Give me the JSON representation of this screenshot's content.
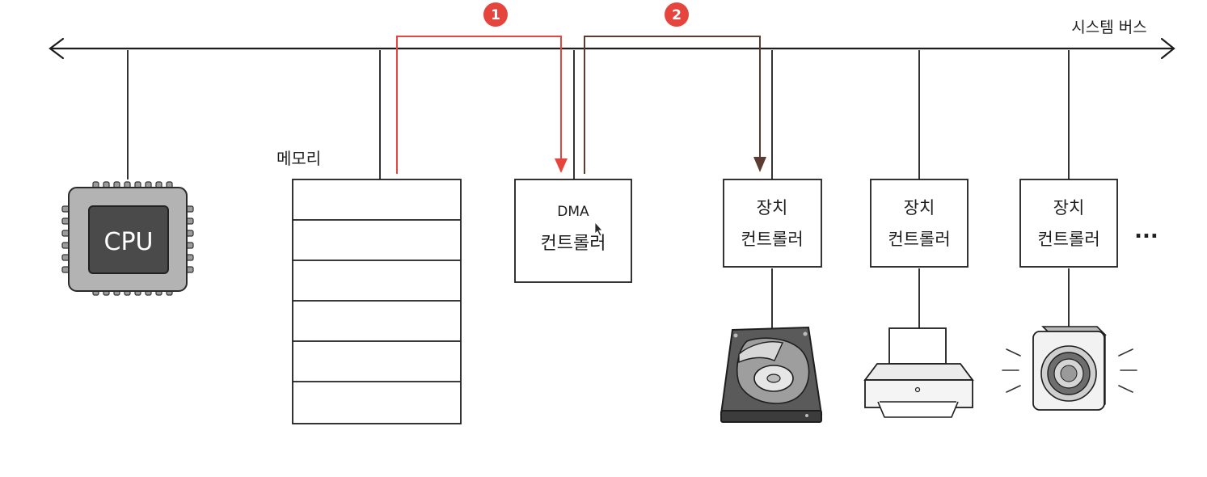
{
  "bus": {
    "label": "시스템 버스"
  },
  "cpu": {
    "label": "CPU"
  },
  "memory": {
    "label": "메모리"
  },
  "dma": {
    "line1": "DMA",
    "line2": "컨트롤러"
  },
  "controllers": [
    {
      "line1": "장치",
      "line2": "컨트롤러",
      "device": "hard-disk-icon"
    },
    {
      "line1": "장치",
      "line2": "컨트롤러",
      "device": "printer-icon"
    },
    {
      "line1": "장치",
      "line2": "컨트롤러",
      "device": "speaker-icon"
    }
  ],
  "more": "...",
  "steps": [
    {
      "number": "1",
      "color": "#e5453c"
    },
    {
      "number": "2",
      "color": "#e5453c"
    }
  ],
  "colors": {
    "path1": "#e5453c",
    "path2": "#5a3c32",
    "ink": "#1e1e1e"
  }
}
